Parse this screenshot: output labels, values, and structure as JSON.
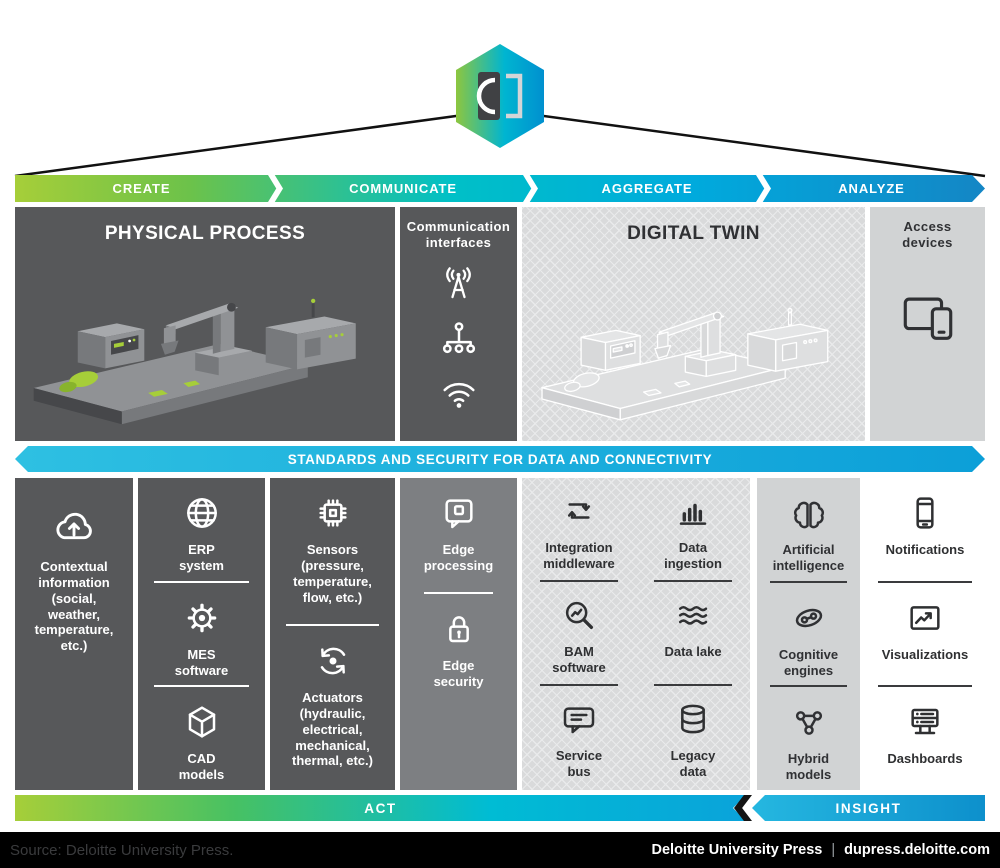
{
  "colors": {
    "brand_green": "#a6ce39",
    "cyan": "#00bcd4",
    "blue": "#0f8fcc",
    "dark_gray": "#57585a",
    "mid_gray": "#7d7f82",
    "light_gray": "#d1d3d4",
    "hatch_gray": "#d9dadb",
    "black": "#000000"
  },
  "phases": {
    "items": [
      {
        "label": "CREATE"
      },
      {
        "label": "COMMUNICATE"
      },
      {
        "label": "AGGREGATE"
      },
      {
        "label": "ANALYZE"
      }
    ]
  },
  "top_panels": {
    "physical_title": "PHYSICAL PROCESS",
    "communication_title": "Communication interfaces",
    "communication_icons": [
      "antenna-icon",
      "network-icon",
      "wifi-icon"
    ],
    "digital_title": "DIGITAL TWIN",
    "access_title": "Access devices",
    "access_icons": [
      "devices-icon"
    ]
  },
  "standards_band": {
    "label": "STANDARDS AND SECURITY FOR DATA AND CONNECTIVITY"
  },
  "grid": {
    "contextual": {
      "icon": "cloud-upload-icon",
      "label": "Contextual information (social, weather, temperature, etc.)"
    },
    "systems": {
      "items": [
        {
          "icon": "globe-icon",
          "label": "ERP system"
        },
        {
          "icon": "gear-icon",
          "label": "MES software"
        },
        {
          "icon": "cube-icon",
          "label": "CAD models"
        }
      ]
    },
    "field_devices": {
      "items": [
        {
          "icon": "chip-icon",
          "label": "Sensors (pressure, temperature, flow, etc.)"
        },
        {
          "icon": "rotate-icon",
          "label": "Actuators (hydraulic, electrical, mechanical, thermal, etc.)"
        }
      ]
    },
    "edge": {
      "items": [
        {
          "icon": "message-square-icon",
          "label": "Edge processing"
        },
        {
          "icon": "lock-icon",
          "label": "Edge security"
        }
      ]
    },
    "platform": {
      "items": [
        {
          "icon": "sync-icon",
          "label": "Integration middleware"
        },
        {
          "icon": "bar-chart-icon",
          "label": "Data ingestion"
        },
        {
          "icon": "search-chart-icon",
          "label": "BAM software"
        },
        {
          "icon": "waves-icon",
          "label": "Data lake"
        },
        {
          "icon": "chat-icon",
          "label": "Service bus"
        },
        {
          "icon": "database-icon",
          "label": "Legacy data"
        }
      ]
    },
    "intelligence": {
      "items": [
        {
          "icon": "brain-icon",
          "label": "Artificial intelligence"
        },
        {
          "icon": "cognitive-icon",
          "label": "Cognitive engines"
        },
        {
          "icon": "nodes-icon",
          "label": "Hybrid models"
        }
      ]
    },
    "delivery": {
      "items": [
        {
          "icon": "phone-icon",
          "label": "Notifications"
        },
        {
          "icon": "line-chart-icon",
          "label": "Visualizations"
        },
        {
          "icon": "dashboard-icon",
          "label": "Dashboards"
        }
      ]
    }
  },
  "feedback": {
    "act_label": "ACT",
    "insight_label": "INSIGHT"
  },
  "footer": {
    "source": "Source: Deloitte University Press.",
    "brand": "Deloitte University Press",
    "separator": "|",
    "url": "dupress.deloitte.com"
  }
}
